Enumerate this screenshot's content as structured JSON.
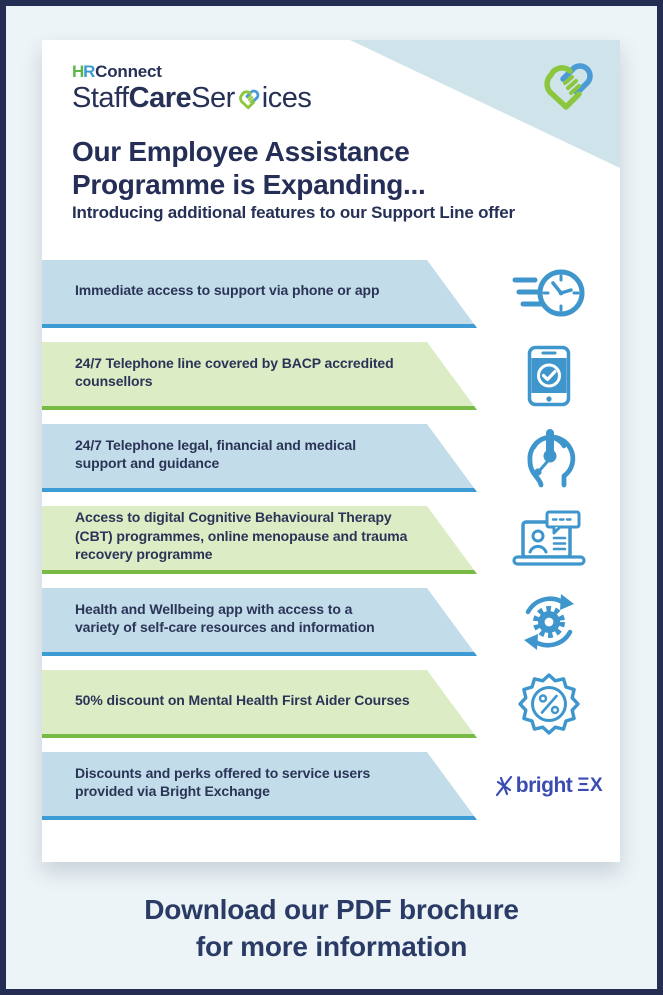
{
  "logo": {
    "h": "H",
    "r": "R",
    "connect": "Connect",
    "staff": "Staff",
    "care": "Care",
    "ser": "Ser",
    "ices": "ices"
  },
  "header": {
    "title": "Our Employee Assistance\nProgramme is Expanding...",
    "subtitle": "Introducing additional features to our Support Line offer"
  },
  "benefits": [
    {
      "text": "Immediate access to support via phone or app",
      "theme": "blue",
      "icon": "speeding-clock-icon"
    },
    {
      "text": "24/7 Telephone line covered by BACP accredited\ncounsellors",
      "theme": "green",
      "icon": "phone-check-icon"
    },
    {
      "text": "24/7 Telephone legal, financial and medical\nsupport and guidance",
      "theme": "blue",
      "icon": "headset-support-icon"
    },
    {
      "text": "Access to digital Cognitive Behavioural Therapy\n(CBT) programmes, online menopause and trauma\nrecovery programme",
      "theme": "green",
      "icon": "laptop-therapy-icon"
    },
    {
      "text": "Health and Wellbeing app with access to a\nvariety of self-care resources and information",
      "theme": "blue",
      "icon": "gear-sync-icon"
    },
    {
      "text": "50% discount on Mental Health First Aider Courses",
      "theme": "green",
      "icon": "discount-badge-icon"
    },
    {
      "text": "Discounts and perks offered to service users\nprovided via Bright Exchange",
      "theme": "blue",
      "icon": "bright-exchange-logo"
    }
  ],
  "partner": {
    "word": "bright",
    "ex": "ΞX"
  },
  "footer": {
    "text": "Download our PDF brochure\nfor more information"
  },
  "colors": {
    "border_navy": "#242e52",
    "page_background": "#edf4f7",
    "text_navy": "#273156",
    "banner_blue_fill": "#c2dde9",
    "banner_blue_border": "#3d9bd3",
    "banner_green_fill": "#dcecc5",
    "banner_green_border": "#78ba43",
    "icon_blue": "#3e96cc",
    "logo_green": "#5cb648",
    "logo_blue": "#3d9bd3",
    "corner_triangle": "#cfe3ea",
    "bright_blue": "#3a4cb4"
  }
}
